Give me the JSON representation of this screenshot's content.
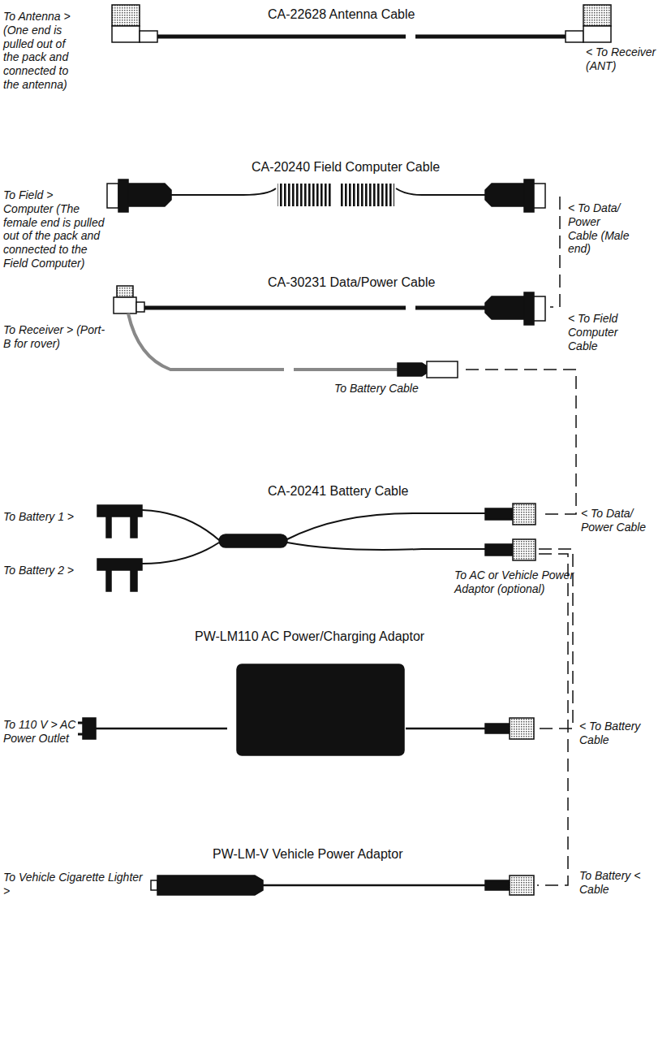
{
  "diagram": {
    "labels": [
      "To Antenna > (One end is pulled out of the pack and connected to the antenna)",
      "CA-22628 Antenna Cable",
      "< To Receiver (ANT)",
      "CA-20240 Field Computer Cable",
      "To Field > Computer (The female end is pulled out of the pack and connected to the Field Computer)",
      "< To Data/ Power Cable (Male end)",
      "CA-30231 Data/Power Cable",
      "To Receiver > (Port-B for rover)",
      "< To Field Computer Cable",
      "To Battery Cable",
      "CA-20241 Battery Cable",
      "To Battery 1 >",
      "To Battery 2 >",
      "< To Data/ Power Cable",
      "To AC or Vehicle Power Adaptor (optional)",
      "PW-LM110 AC Power/Charging Adaptor",
      "To 110 V > AC Power Outlet",
      "< To Battery Cable",
      "PW-LM-V Vehicle Power Adaptor",
      "To Vehicle Cigarette Lighter >",
      "To Battery < Cable"
    ]
  }
}
